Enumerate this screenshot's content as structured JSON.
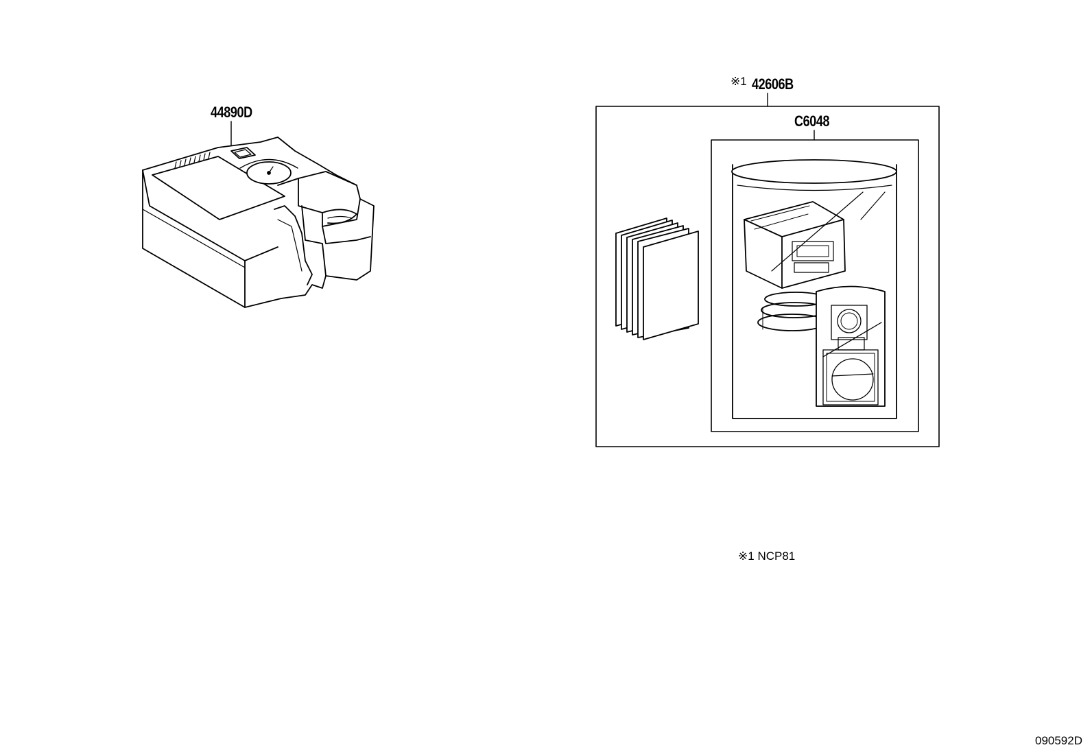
{
  "parts": {
    "compressor": {
      "number": "44890D"
    },
    "repair_kit": {
      "mark": "※1",
      "number": "42606B"
    },
    "sealant": {
      "number": "C6048"
    }
  },
  "footnote": {
    "mark": "※1",
    "text": "NCP81"
  },
  "figure_ref": "090592D"
}
